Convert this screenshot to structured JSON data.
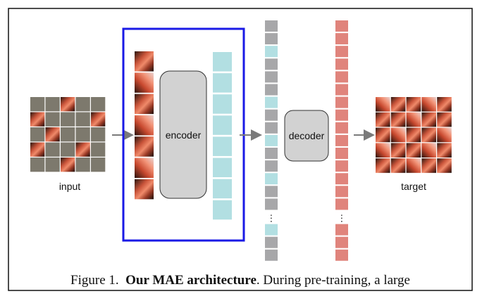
{
  "labels": {
    "input": "input",
    "encoder": "encoder",
    "decoder": "decoder",
    "target": "target",
    "ellipsis": "⋮"
  },
  "caption": {
    "prefix": "Figure 1.",
    "bold": "Our MAE architecture",
    "rest": ". During pre-training, a large"
  },
  "colors": {
    "frame_border": "#111111",
    "encoder_highlight": "#1a1ae6",
    "visible_token": "#b2dfe2",
    "masked_token": "#a7a7a9",
    "decoder_output_token": "#e0847c",
    "mask_patch": "#7d796d",
    "block_fill": "#d2d2d2",
    "arrow": "#7a7a7a"
  },
  "input_grid": {
    "rows": 5,
    "cols": 5,
    "visible_cells": [
      [
        0,
        2
      ],
      [
        1,
        0
      ],
      [
        1,
        4
      ],
      [
        2,
        1
      ],
      [
        3,
        0
      ],
      [
        3,
        3
      ],
      [
        4,
        2
      ]
    ]
  },
  "target_grid": {
    "rows": 5,
    "cols": 5
  },
  "encoder_patch_count": 7,
  "encoder_token_count": 8,
  "decoder_input_sequence": [
    "m",
    "m",
    "v",
    "m",
    "m",
    "m",
    "v",
    "m",
    "m",
    "v",
    "m",
    "m",
    "v",
    "m",
    "m",
    "ellipsis",
    "v",
    "m",
    "m"
  ],
  "decoder_output_sequence": [
    "o",
    "o",
    "o",
    "o",
    "o",
    "o",
    "o",
    "o",
    "o",
    "o",
    "o",
    "o",
    "o",
    "o",
    "o",
    "ellipsis",
    "o",
    "o",
    "o"
  ]
}
